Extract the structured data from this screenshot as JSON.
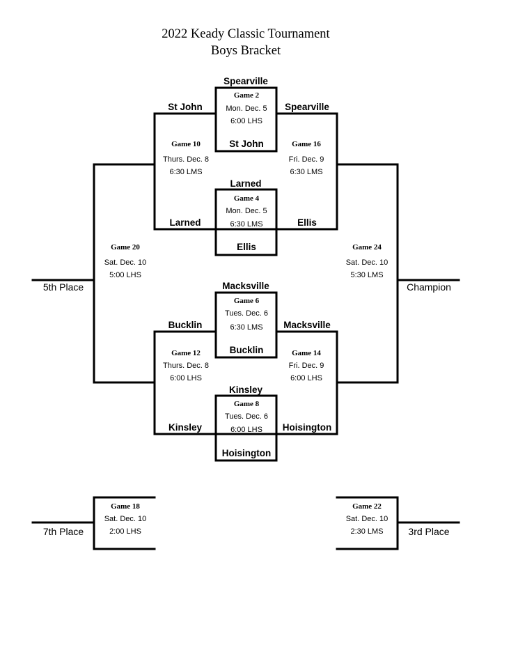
{
  "title": {
    "line1": "2022 Keady Classic Tournament",
    "line2": "Boys Bracket"
  },
  "teams": {
    "game2_top": "Spearville",
    "game2_bottom": "St John",
    "game4_top": "Larned",
    "game4_bottom": "Ellis",
    "game6_top": "Macksville",
    "game6_bottom": "Bucklin",
    "game8_top": "Kinsley",
    "game8_bottom": "Hoisington",
    "game10_top": "St John",
    "game10_bottom": "Larned",
    "game16_top": "Spearville",
    "game16_bottom": "Ellis",
    "game12_top": "Bucklin",
    "game12_bottom": "Kinsley",
    "game14_top": "Macksville",
    "game14_bottom": "Hoisington"
  },
  "games": {
    "g2": {
      "name": "Game 2",
      "date": "Mon. Dec. 5",
      "time": "6:00 LHS"
    },
    "g4": {
      "name": "Game 4",
      "date": "Mon. Dec. 5",
      "time": "6:30 LMS"
    },
    "g6": {
      "name": "Game 6",
      "date": "Tues. Dec. 6",
      "time": "6:30 LMS"
    },
    "g8": {
      "name": "Game 8",
      "date": "Tues. Dec. 6",
      "time": "6:00 LHS"
    },
    "g10": {
      "name": "Game 10",
      "date": "Thurs. Dec. 8",
      "time": "6:30 LMS"
    },
    "g12": {
      "name": "Game 12",
      "date": "Thurs. Dec. 8",
      "time": "6:00 LHS"
    },
    "g14": {
      "name": "Game 14",
      "date": "Fri. Dec. 9",
      "time": "6:00 LHS"
    },
    "g16": {
      "name": "Game 16",
      "date": "Fri. Dec. 9",
      "time": "6:30 LMS"
    },
    "g18": {
      "name": "Game 18",
      "date": "Sat. Dec. 10",
      "time": "2:00 LHS"
    },
    "g20": {
      "name": "Game 20",
      "date": "Sat. Dec. 10",
      "time": "5:00 LHS"
    },
    "g22": {
      "name": "Game 22",
      "date": "Sat. Dec. 10",
      "time": "2:30 LMS"
    },
    "g24": {
      "name": "Game 24",
      "date": "Sat. Dec. 10",
      "time": "5:30 LMS"
    }
  },
  "places": {
    "fifth": "5th Place",
    "champion": "Champion",
    "seventh": "7th Place",
    "third": "3rd Place"
  }
}
